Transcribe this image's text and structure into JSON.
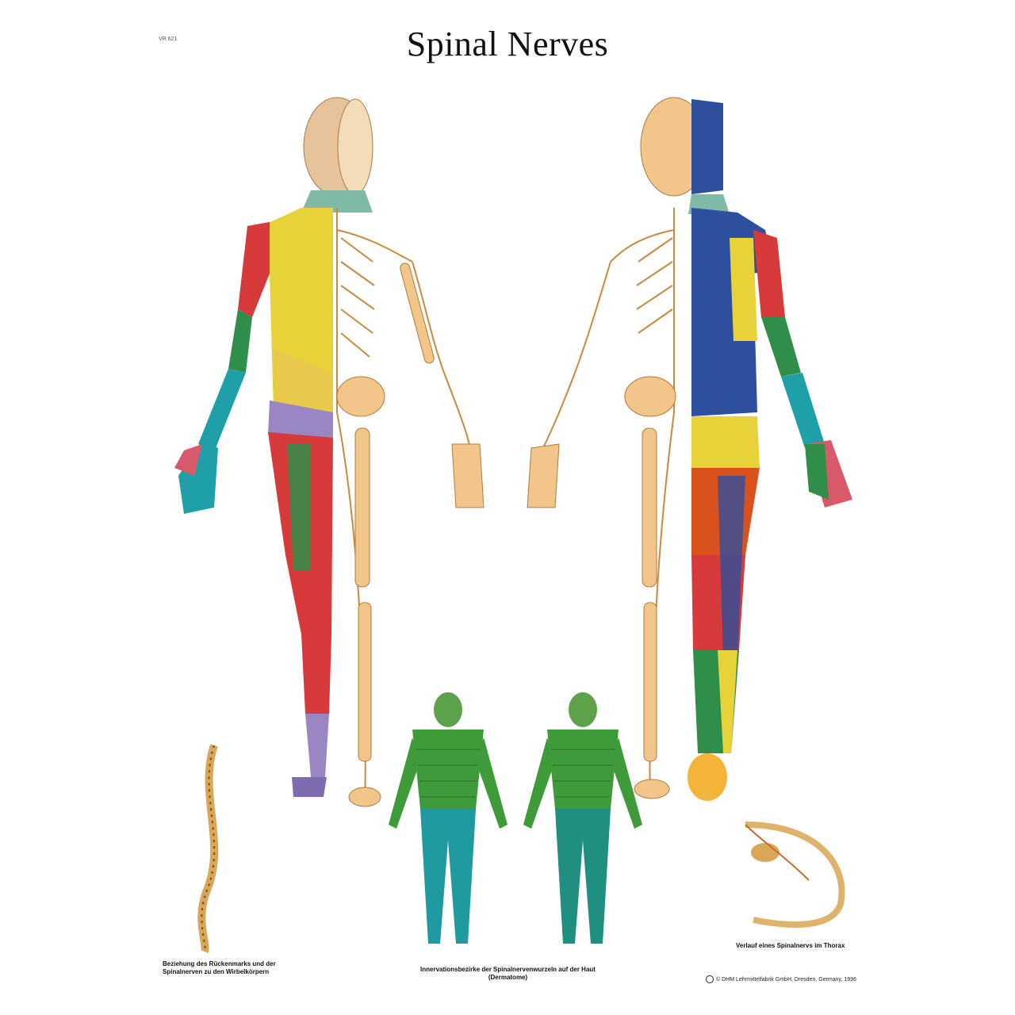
{
  "poster": {
    "code": "VR 621",
    "title": "Spinal Nerves",
    "captions": {
      "spine": "Beziehung des Rückenmarks und der Spinalnerven zu den Wirbelkörpern",
      "dermatomes": "Innervationsbezirke der Spinalnervenwurzeln auf der Haut (Dermatome)",
      "thorax": "Verlauf eines Spinalnervs im Thorax"
    },
    "publisher": "© DHM Lehrmittelfabrik GmbH, Dresden, Germany, 1996"
  },
  "colors": {
    "skin_yellow": "#e8c94a",
    "nerve_orange": "#d98c3a",
    "bone": "#f2c58a",
    "red": "#d63a3a",
    "green": "#2f8f4a",
    "teal": "#1fa0a8",
    "purple": "#9b86c4",
    "blue": "#2e4f9e",
    "dermatome_green": "#3f9a3a",
    "dermatome_teal": "#1f9aa0"
  }
}
